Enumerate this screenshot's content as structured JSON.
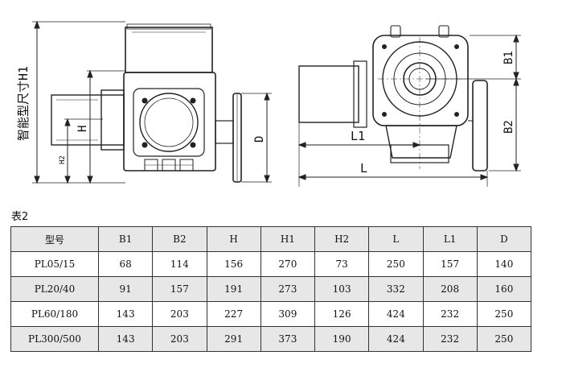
{
  "drawing": {
    "side_view": {
      "vertical_label": "智能型尺寸H1",
      "dim_h": "H",
      "dim_h2": "H2",
      "dim_d": "D"
    },
    "front_view": {
      "dim_b1": "B1",
      "dim_b2": "B2",
      "dim_l1": "L1",
      "dim_l": "L"
    }
  },
  "caption": "表2",
  "table": {
    "headers": [
      "型号",
      "B1",
      "B2",
      "H",
      "H1",
      "H2",
      "L",
      "L1",
      "D"
    ],
    "rows": [
      [
        "PL05/15",
        "68",
        "114",
        "156",
        "270",
        "73",
        "250",
        "157",
        "140"
      ],
      [
        "PL20/40",
        "91",
        "157",
        "191",
        "273",
        "103",
        "332",
        "208",
        "160"
      ],
      [
        "PL60/180",
        "143",
        "203",
        "227",
        "309",
        "126",
        "424",
        "232",
        "250"
      ],
      [
        "PL300/500",
        "143",
        "203",
        "291",
        "373",
        "190",
        "424",
        "232",
        "250"
      ]
    ]
  }
}
